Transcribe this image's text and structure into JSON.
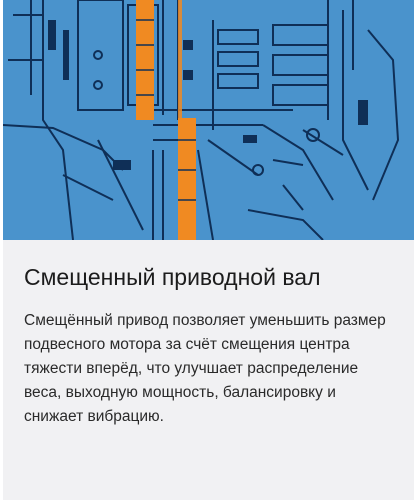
{
  "card": {
    "image": {
      "icon": "engine-cutaway-illustration",
      "colors": {
        "background": "#4a93cc",
        "lines": "#0f2f57",
        "highlight": "#f08a22"
      }
    },
    "title": "Смещенный приводной вал",
    "description": "Смещённый привод позволяет уменьшить размер подвесного мотора за счёт смещения центра тяжести вперёд, что улучшает распределение веса, выходную мощность, балансировку и снижает вибрацию."
  }
}
